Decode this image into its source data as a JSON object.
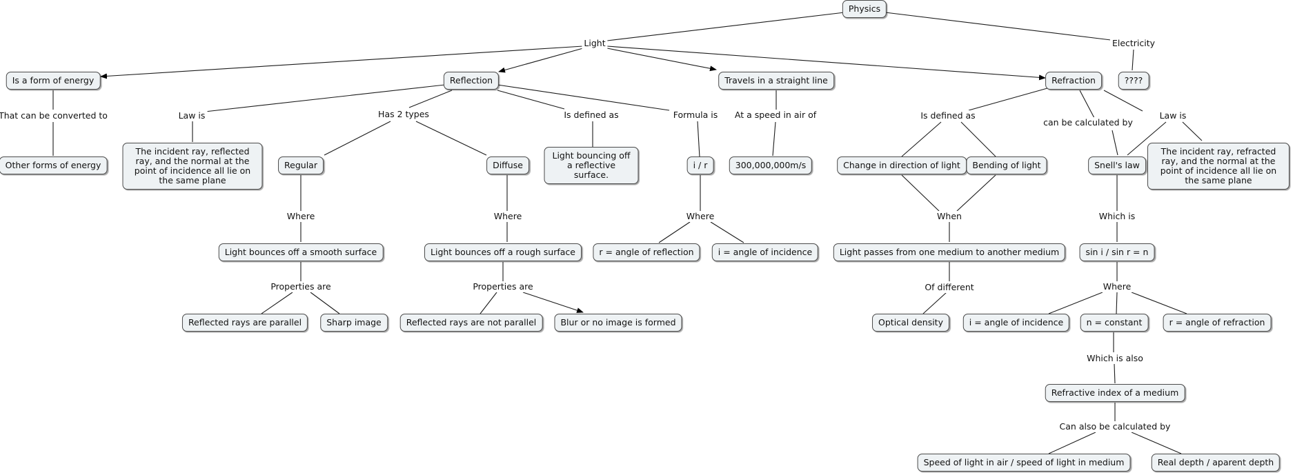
{
  "nodes": {
    "physics": "Physics",
    "energy_form": "Is a form of energy",
    "other_energy": "Other forms of energy",
    "reflection": "Reflection",
    "reflection_law": "The incident ray, reflected ray, and the normal at the point of incidence all lie on the same plane",
    "regular": "Regular",
    "diffuse": "Diffuse",
    "smooth_surface": "Light bounces off a smooth surface",
    "rough_surface": "Light bounces off a rough surface",
    "rays_parallel": "Reflected rays are parallel",
    "sharp_image": "Sharp image",
    "rays_not_parallel": "Reflected rays are not parallel",
    "blur_image": "Blur or no image is formed",
    "reflection_def": "Light bouncing off a reflective surface.",
    "i_over_r": "i / r",
    "r_reflection": "r = angle of reflection",
    "i_incidence_1": "i = angle of incidence",
    "straight_line": "Travels in a straight line",
    "speed_value": "300,000,000m/s",
    "refraction": "Refraction",
    "change_direction": "Change in direction of light",
    "bending": "Bending of light",
    "passes_medium": "Light passes from one medium to another medium",
    "optical_density": "Optical density",
    "snells_law": "Snell's law",
    "refraction_law": "The incident ray, refracted ray, and the normal at the point of incidence all lie on the same plane",
    "sin_formula": "sin i / sin r = n",
    "i_incidence_2": "i = angle of incidence",
    "n_constant": "n = constant",
    "r_refraction": "r = angle of refraction",
    "refractive_index": "Refractive index of a medium",
    "speed_ratio": "Speed of light in air / speed of light in medium",
    "depth_ratio": "Real depth / aparent depth",
    "unknown": "????"
  },
  "labels": {
    "light": "Light",
    "electricity": "Electricity",
    "converted_to": "That can be converted to",
    "law_is_1": "Law is",
    "has_2_types": "Has 2 types",
    "defined_as_1": "Is defined as",
    "formula_is": "Formula is",
    "where_regular": "Where",
    "where_diffuse": "Where",
    "props_regular": "Properties are",
    "props_diffuse": "Properties are",
    "where_formula": "Where",
    "speed_in_air": "At a speed in air of",
    "defined_as_2": "Is defined as",
    "calculated_by": "can be calculated by",
    "law_is_2": "Law is",
    "when": "When",
    "of_different": "Of different",
    "which_is": "Which is",
    "where_snell": "Where",
    "which_is_also": "Which is also",
    "also_calculated": "Can also be calculated by"
  }
}
